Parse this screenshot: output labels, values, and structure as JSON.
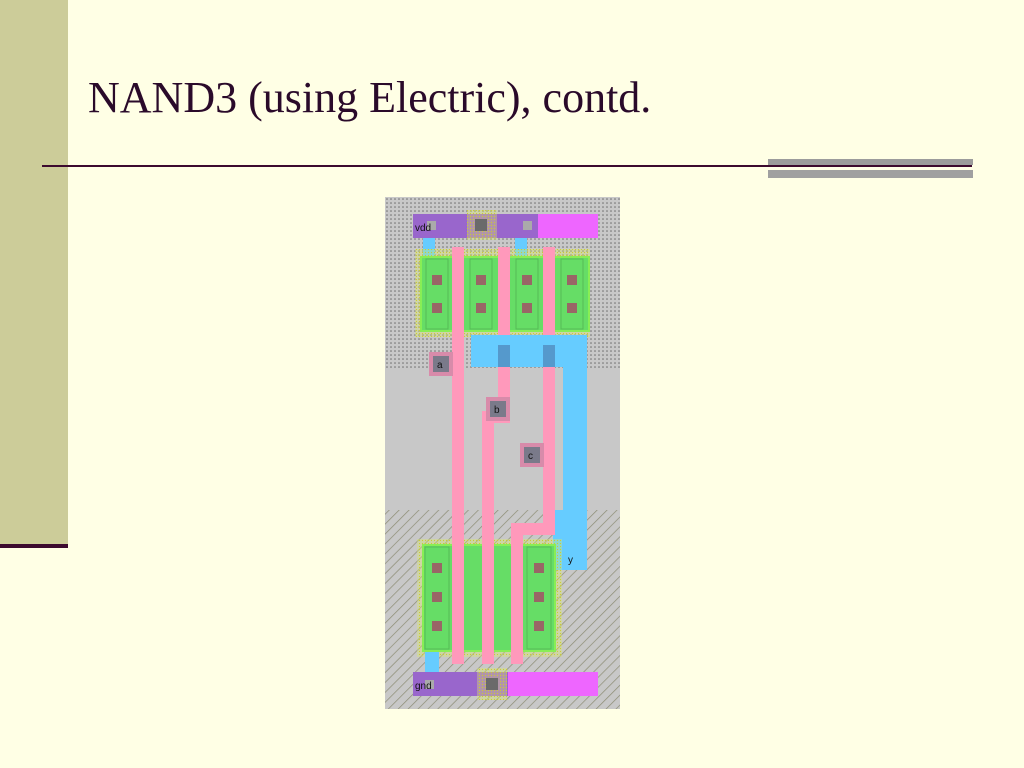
{
  "slide": {
    "title": "NAND3 (using Electric), contd."
  },
  "layout": {
    "labels": {
      "vdd": "vdd",
      "gnd": "gnd",
      "a": "a",
      "b": "b",
      "c": "c",
      "y": "y"
    }
  },
  "colors": {
    "background": "#FFFFE5",
    "sidebar": "#CCCC99",
    "title": "#2A0A2A",
    "metal1": "#66CCFF",
    "metal2": "#CC66FF",
    "poly": "#FF99BB",
    "diffusion": "#66DD66"
  }
}
